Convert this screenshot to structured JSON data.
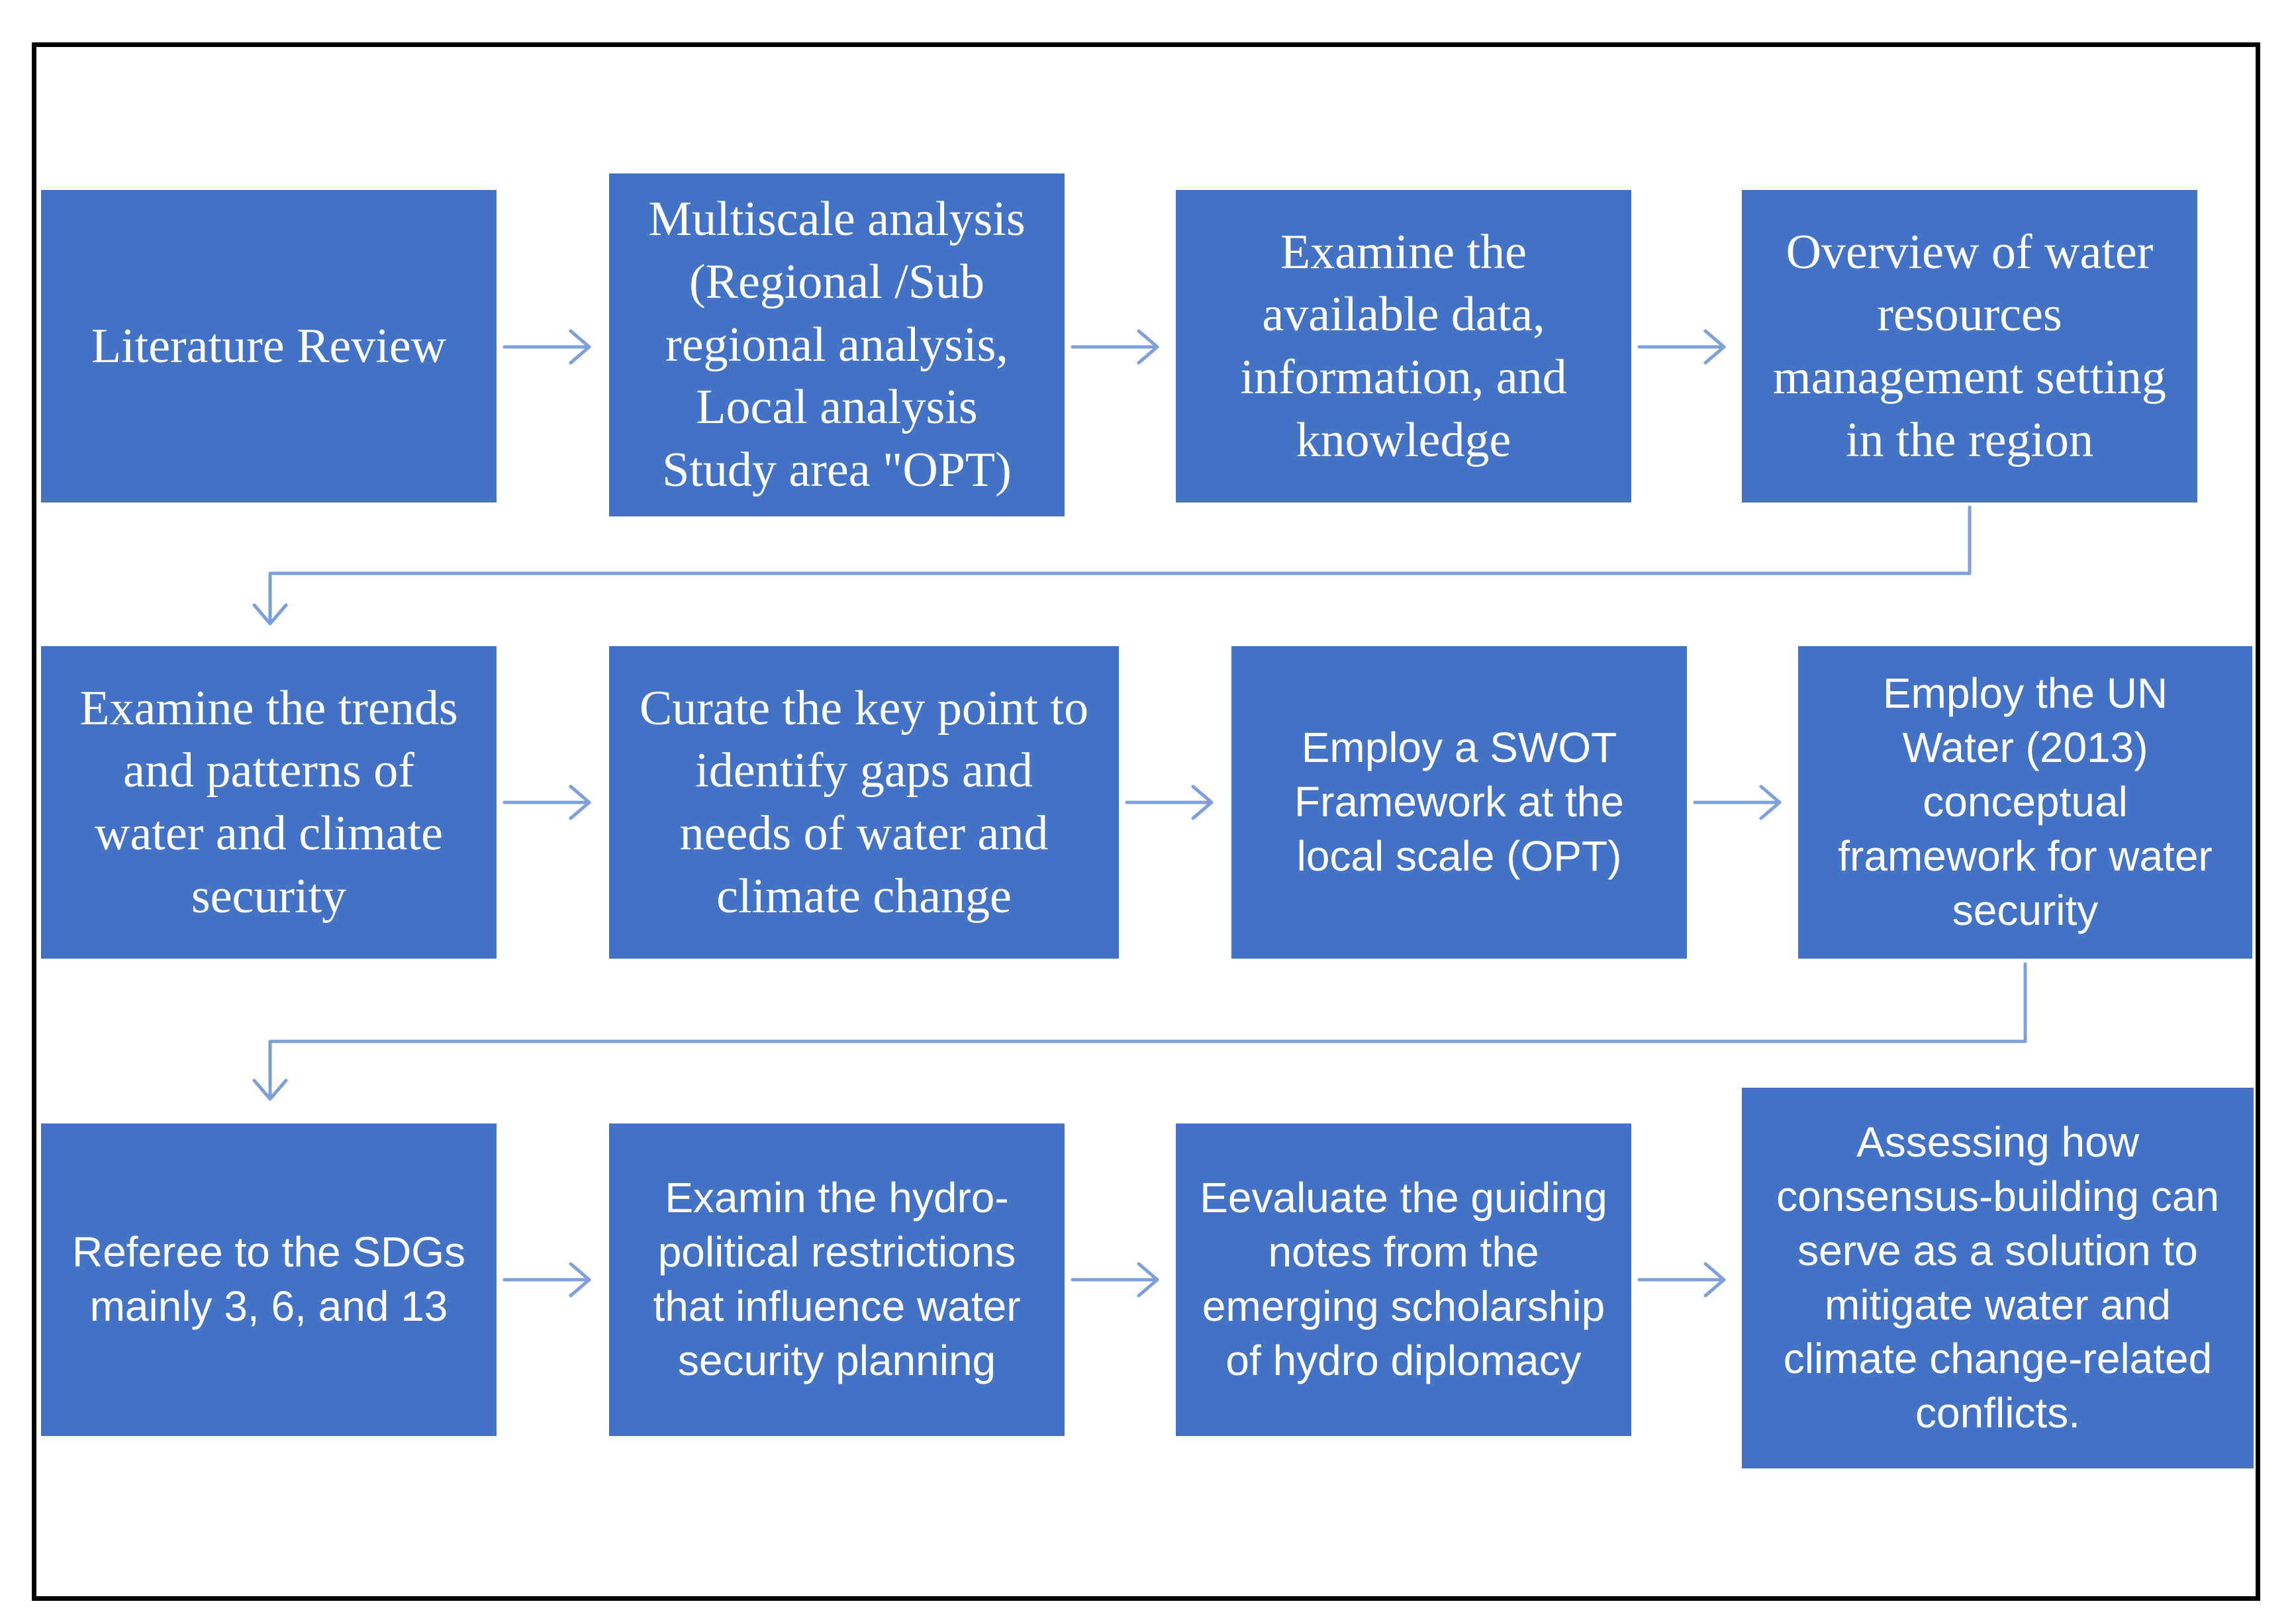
{
  "colors": {
    "box_fill": "#4472c4",
    "box_text": "#ffffff",
    "arrow": "#7f9fd8",
    "frame": "#000000"
  },
  "rows": [
    {
      "steps": [
        {
          "id": "literature-review",
          "text": "Literature Review"
        },
        {
          "id": "multiscale-analysis",
          "text": "Multiscale analysis\n(Regional /Sub\nregional analysis,\nLocal analysis\nStudy area \"OPT)"
        },
        {
          "id": "examine-available-data",
          "text": "Examine the\navailable data,\ninformation, and\nknowledge"
        },
        {
          "id": "overview-water-resources",
          "text": "Overview of water\nresources\nmanagement setting\nin the region"
        }
      ]
    },
    {
      "steps": [
        {
          "id": "examine-trends",
          "text": "Examine the trends\nand patterns of\nwater and climate\nsecurity"
        },
        {
          "id": "curate-key-point",
          "text": "Curate the key point to\nidentify gaps and\nneeds of water and\nclimate change"
        },
        {
          "id": "employ-swot",
          "text": "Employ a SWOT\nFramework at the\nlocal scale (OPT)"
        },
        {
          "id": "employ-un-water",
          "text": "Employ the UN\nWater (2013)\nconceptual\nframework for water\nsecurity"
        }
      ]
    },
    {
      "steps": [
        {
          "id": "referee-sdgs",
          "text": "Referee to the SDGs\nmainly 3, 6, and 13"
        },
        {
          "id": "examin-hydro-political",
          "text": "Examin the hydro-\npolitical restrictions\nthat influence water\nsecurity planning"
        },
        {
          "id": "evaluate-guiding-notes",
          "text": "Eevaluate the  guiding\nnotes from the\nemerging scholarship\nof hydro diplomacy"
        },
        {
          "id": "assessing-consensus",
          "text": "Assessing how\nconsensus-building can\nserve as a solution to\nmitigate water and\nclimate change-related\nconflicts."
        }
      ]
    }
  ]
}
